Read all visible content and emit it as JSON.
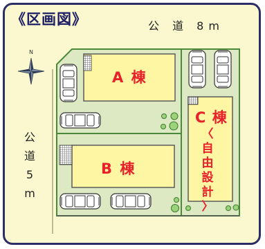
{
  "title": "《区画図》",
  "roads": {
    "top": "公 道 8m",
    "left": [
      "公",
      "道",
      "5",
      "m"
    ]
  },
  "compass": {
    "north_label": "N"
  },
  "lots": {
    "a": {
      "label": "A 棟"
    },
    "b": {
      "label": "B 棟"
    },
    "c": {
      "label": "C 棟",
      "sub": [
        "〈",
        "自",
        "由",
        "設",
        "計",
        "〉"
      ]
    }
  },
  "colors": {
    "frame_border": "#2b2e66",
    "background": "#fbf8cf",
    "site_fill": "#dde9c2",
    "site_border": "#4b8a3a",
    "building_fill": "#fff6a3",
    "building_border": "#5a5a5a",
    "label_red": "#e8202a"
  }
}
